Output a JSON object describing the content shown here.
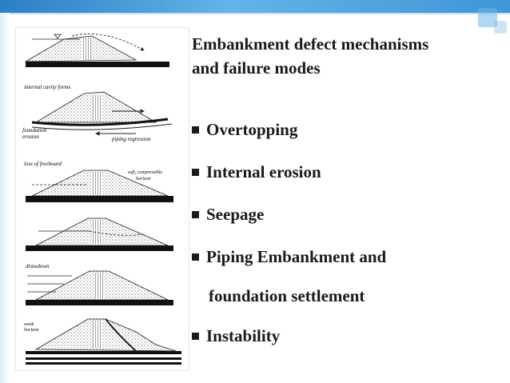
{
  "slide": {
    "title_line1": "Embankment defect mechanisms",
    "title_line2": "and failure modes",
    "accent_color": "#3f96d6"
  },
  "bullets": [
    {
      "text": "Overtopping"
    },
    {
      "text": "Internal erosion"
    },
    {
      "text": "Seepage"
    },
    {
      "text": "Piping Embankment and"
    },
    {
      "text": "foundation settlement"
    },
    {
      "text": "Instability"
    }
  ],
  "figure": {
    "labels": {
      "internal_cavity": "internal cavity forms",
      "foundation_erosion_1": "foundation",
      "foundation_erosion_2": "erosion",
      "piping_regression": "piping regression",
      "loss_of_freeboard": "loss of freeboard",
      "soft_horizon_1": "soft, compressible",
      "soft_horizon_2": "horizon",
      "drawdown": "drawdown",
      "weak_horizon_1": "weak",
      "weak_horizon_2": "horizon"
    }
  }
}
